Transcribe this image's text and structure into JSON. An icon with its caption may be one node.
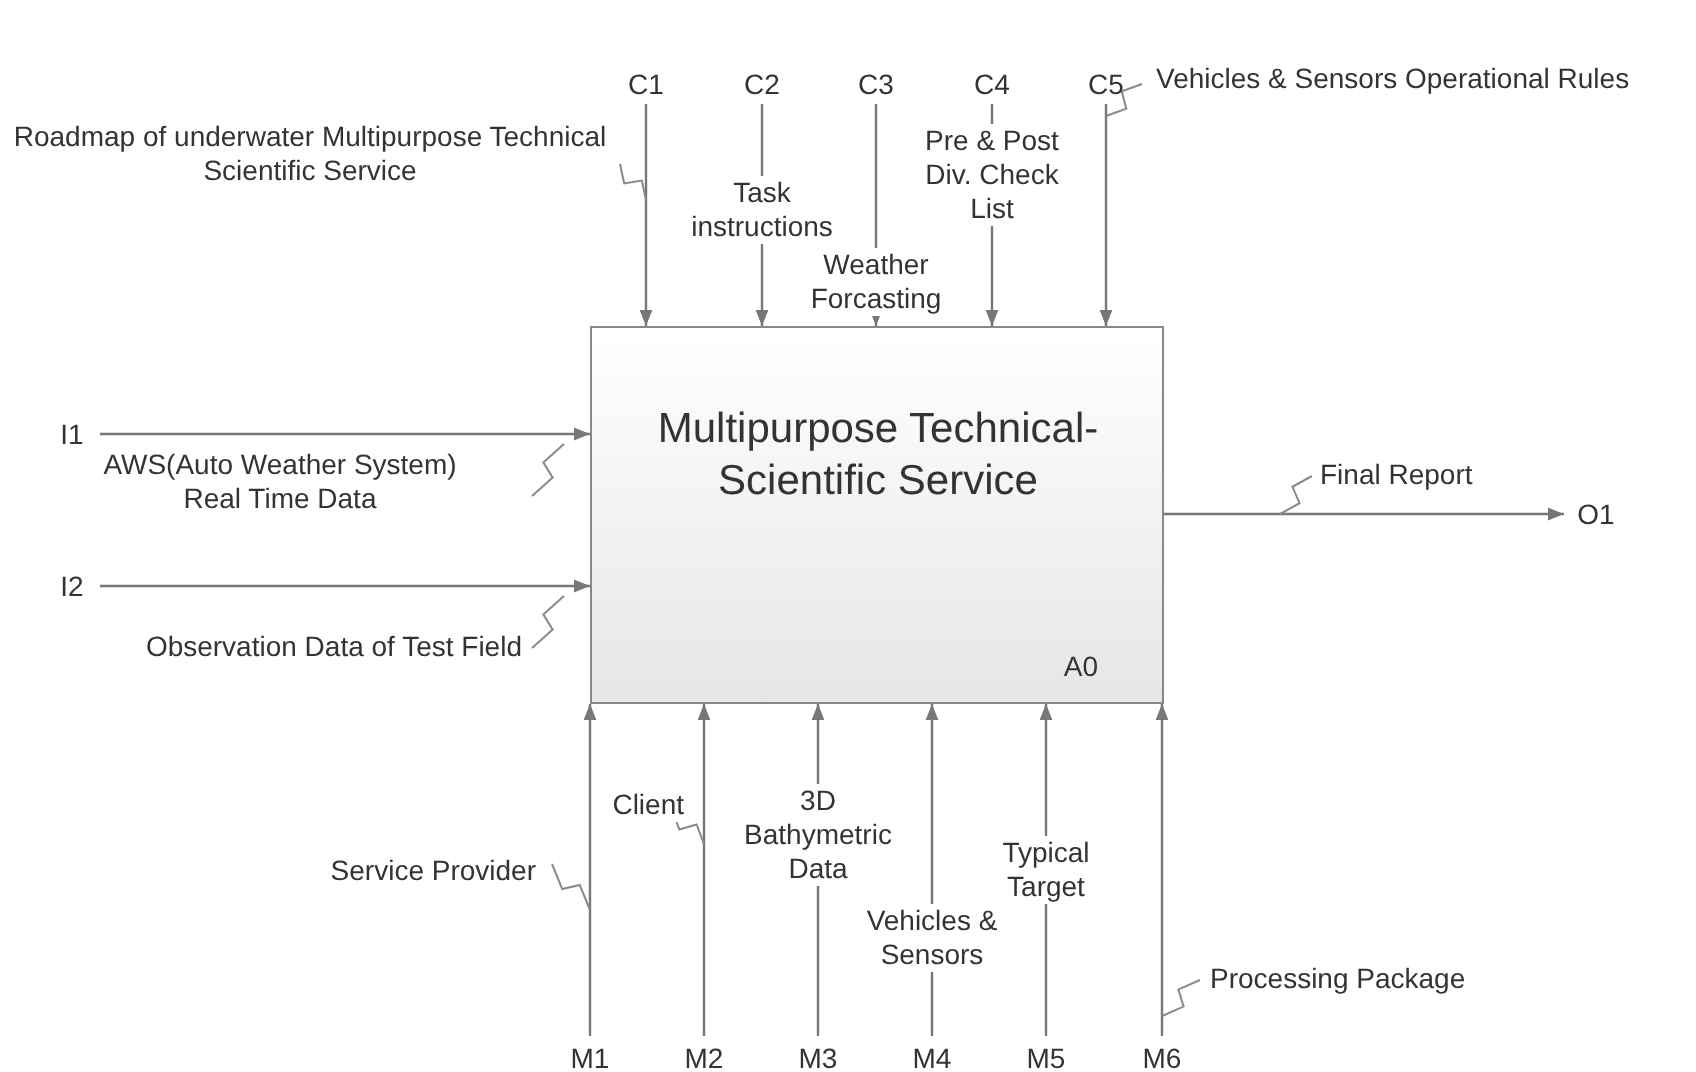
{
  "diagram": {
    "nodes": [
      {
        "text": [
          "C1"
        ]
      },
      {
        "text": [
          "C2"
        ]
      },
      {
        "text": [
          "C3"
        ]
      },
      {
        "text": [
          "C4"
        ]
      },
      {
        "text": [
          "C5"
        ]
      },
      {
        "text": [
          "I1"
        ]
      },
      {
        "text": [
          "I2"
        ]
      },
      {
        "text": [
          "Multipurpose Technical- Scientific Service",
          "A0"
        ]
      },
      {
        "text": [
          "O1"
        ]
      },
      {
        "text": [
          "M1"
        ]
      },
      {
        "text": [
          "M2"
        ]
      },
      {
        "text": [
          "M3"
        ]
      },
      {
        "text": [
          "M4"
        ]
      },
      {
        "text": [
          "M5"
        ]
      },
      {
        "text": [
          "M6"
        ]
      }
    ],
    "edges": [
      {
        "from": 0,
        "to": 7,
        "arrow": "to",
        "label": "Roadmap of underwater Multipurpose Technical Scientific Service"
      },
      {
        "from": 1,
        "to": 7,
        "arrow": "to",
        "label": "Task instructions"
      },
      {
        "from": 2,
        "to": 7,
        "arrow": "to",
        "label": "Weather Forcasting"
      },
      {
        "from": 3,
        "to": 7,
        "arrow": "to",
        "label": "Pre & Post Div. Check List"
      },
      {
        "from": 4,
        "to": 7,
        "arrow": "to",
        "label": "Vehicles & Sensors Operational Rules"
      },
      {
        "from": 5,
        "to": 7,
        "arrow": "to",
        "label": "AWS(Auto Weather System) Real Time Data"
      },
      {
        "from": 6,
        "to": 7,
        "arrow": "to",
        "label": "Observation Data of Test Field"
      },
      {
        "from": 7,
        "to": 8,
        "arrow": "to",
        "label": "Final Report"
      },
      {
        "from": 9,
        "to": 7,
        "arrow": "to",
        "label": "Service Provider"
      },
      {
        "from": 10,
        "to": 7,
        "arrow": "to",
        "label": "Client"
      },
      {
        "from": 11,
        "to": 7,
        "arrow": "to",
        "label": "3D Bathymetric Data"
      },
      {
        "from": 12,
        "to": 7,
        "arrow": "to",
        "label": "Vehicles & Sensors"
      },
      {
        "from": 13,
        "to": 7,
        "arrow": "to",
        "label": "Typical Target"
      },
      {
        "from": 14,
        "to": 7,
        "arrow": "to",
        "label": "Processing Package"
      }
    ]
  }
}
